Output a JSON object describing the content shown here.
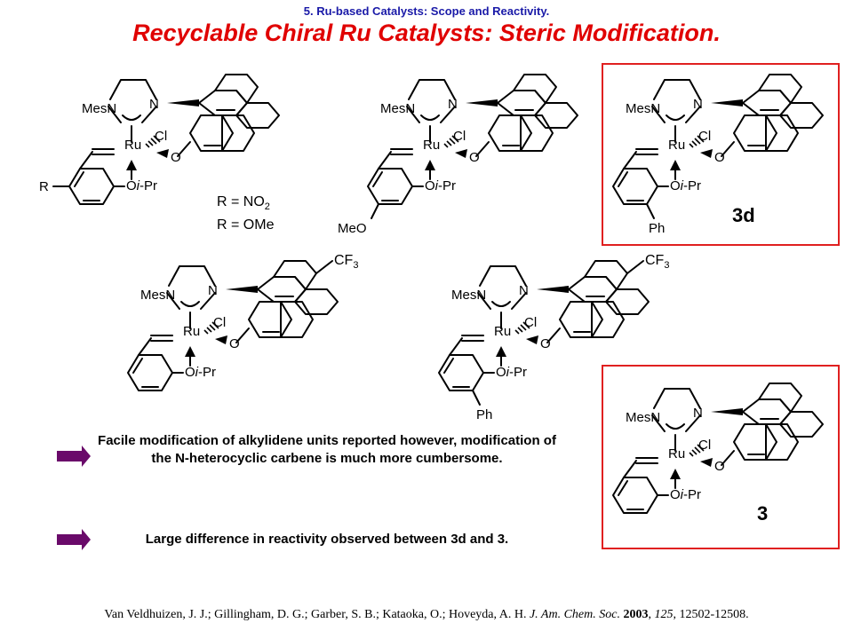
{
  "header": {
    "supertitle": "5. Ru-based Catalysts: Scope and Reactivity.",
    "title": "Recyclable Chiral Ru Catalysts: Steric Modification."
  },
  "structures": {
    "common": {
      "mesn": "MesN",
      "n": "N",
      "ru": "Ru",
      "cl": "Cl",
      "o": "O",
      "oipr_o": "O",
      "oipr_i": "i",
      "oipr_pr": "-Pr"
    },
    "s1": {
      "r": "R"
    },
    "r_options": [
      {
        "prefix": "R = NO",
        "sub": "2"
      },
      {
        "prefix": "R = OMe",
        "sub": ""
      }
    ],
    "s2": {
      "meo": "MeO"
    },
    "s3": {
      "ph": "Ph",
      "label": "3d"
    },
    "s4": {
      "cf3_prefix": "CF",
      "cf3_sub": "3"
    },
    "s5": {
      "cf3_prefix": "CF",
      "cf3_sub": "3",
      "ph": "Ph"
    },
    "s6": {
      "label": "3"
    }
  },
  "colors": {
    "highlight_box": "#e02020",
    "title": "#e00000",
    "supertitle": "#1a1aa8",
    "arrow": "#6a0a6a"
  },
  "bullets": [
    {
      "icon": "arrow-icon",
      "text": "Facile modification of alkylidene units reported however, modification of the N-heterocyclic carbene is much more cumbersome."
    },
    {
      "icon": "arrow-icon",
      "text": "Large difference in reactivity observed between 3d and 3."
    }
  ],
  "citation": {
    "authors": "Van Veldhuizen, J. J.; Gillingham, D. G.; Garber, S. B.; Kataoka, O.; Hoveyda, A. H.",
    "journal": "J. Am. Chem. Soc.",
    "year": "2003",
    "volume": "125",
    "pages": "12502-12508."
  }
}
